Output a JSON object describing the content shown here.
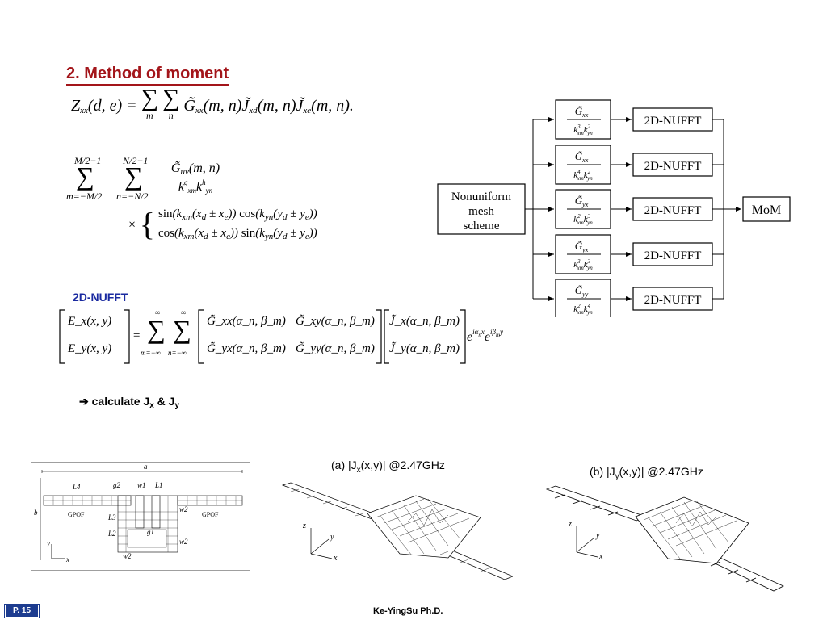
{
  "slide": {
    "title": "2. Method of moment",
    "nufft_label": "2D-NUFFT",
    "calculate_text": "calculate J",
    "calculate_sub_x": "x",
    "calculate_amp": " & J",
    "calculate_sub_y": "y",
    "arrow_symbol": "➔",
    "footer": "Ke-YingSu  Ph.D.",
    "page": "P. 15"
  },
  "flow": {
    "source": [
      "Nonuniform",
      "mesh",
      "scheme"
    ],
    "nufft_boxes": [
      "2D-NUFFT",
      "2D-NUFFT",
      "2D-NUFFT",
      "2D-NUFFT",
      "2D-NUFFT"
    ],
    "output": "MoM",
    "green_subs": [
      "xx",
      "xx",
      "yx",
      "yx",
      "yy"
    ]
  },
  "equations": {
    "zxx": "Z_xx(d,e) = Σ_m Σ_n G̃_xx(m,n) J̃_xd(m,n) J̃_xe(m,n).",
    "sum_top_m": "M/2−1",
    "sum_bot_m": "m=−M/2",
    "sum_top_n": "N/2−1",
    "sum_bot_n": "n=−N/2",
    "matrix_e": [
      "E_x(x, y)",
      "E_y(x, y)"
    ],
    "matrix_g": [
      "G̃_xx(α_n, β_m)",
      "G̃_xy(α_n, β_m)",
      "G̃_yx(α_n, β_m)",
      "G̃_yy(α_n, β_m)"
    ],
    "matrix_j": [
      "J̃_x(α_n, β_m)",
      "J̃_y(α_n, β_m)"
    ]
  },
  "figures": {
    "caption_a_prefix": "(a) |J",
    "caption_a_sub": "x",
    "caption_a_suffix": "(x,y)| @2.47GHz",
    "caption_b_prefix": "(b) |J",
    "caption_b_sub": "y",
    "caption_b_suffix": "(x,y)| @2.47GHz",
    "layout_labels": [
      "a",
      "b",
      "L4",
      "g2",
      "w1",
      "L1",
      "GPOF",
      "GPOF",
      "L3",
      "L2",
      "g1",
      "w2",
      "w2",
      "w2",
      "y",
      "x"
    ]
  }
}
